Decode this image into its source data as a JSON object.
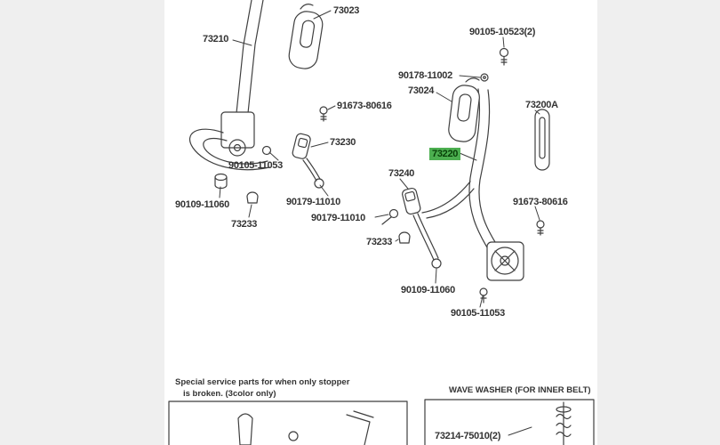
{
  "page": {
    "background": "#efefef",
    "canvas_background": "#ffffff",
    "text_color": "#333333",
    "line_color": "#3f3f3f",
    "highlight_bg": "#4caf50",
    "highlight_text": "#073f07"
  },
  "labels": [
    {
      "id": "73023",
      "text": "73023",
      "highlighted": false
    },
    {
      "id": "73210",
      "text": "73210",
      "highlighted": false
    },
    {
      "id": "90105-10523",
      "text": "90105-10523(2)",
      "highlighted": false
    },
    {
      "id": "90178-11002",
      "text": "90178-11002",
      "highlighted": false
    },
    {
      "id": "73024",
      "text": "73024",
      "highlighted": false
    },
    {
      "id": "73200A",
      "text": "73200A",
      "highlighted": false
    },
    {
      "id": "91673-80616-a",
      "text": "91673-80616",
      "highlighted": false
    },
    {
      "id": "73230",
      "text": "73230",
      "highlighted": false
    },
    {
      "id": "73220",
      "text": "73220",
      "highlighted": true
    },
    {
      "id": "73240",
      "text": "73240",
      "highlighted": false
    },
    {
      "id": "90105-11053-a",
      "text": "90105-11053",
      "highlighted": false
    },
    {
      "id": "90109-11060-a",
      "text": "90109-11060",
      "highlighted": false
    },
    {
      "id": "90179-11010-a",
      "text": "90179-11010",
      "highlighted": false
    },
    {
      "id": "73233-a",
      "text": "73233",
      "highlighted": false
    },
    {
      "id": "90179-11010-b",
      "text": "90179-11010",
      "highlighted": false
    },
    {
      "id": "73233-b",
      "text": "73233",
      "highlighted": false
    },
    {
      "id": "91673-80616-b",
      "text": "91673-80616",
      "highlighted": false
    },
    {
      "id": "90109-11060-b",
      "text": "90109-11060",
      "highlighted": false
    },
    {
      "id": "90105-11053-b",
      "text": "90105-11053",
      "highlighted": false
    }
  ],
  "notes": {
    "special_service_line1": "Special service parts for when only stopper",
    "special_service_line2": "is broken. (3color only)",
    "wave_washer_title": "WAVE WASHER (FOR INNER BELT)",
    "wave_washer_part": "73214-75010(2)"
  }
}
